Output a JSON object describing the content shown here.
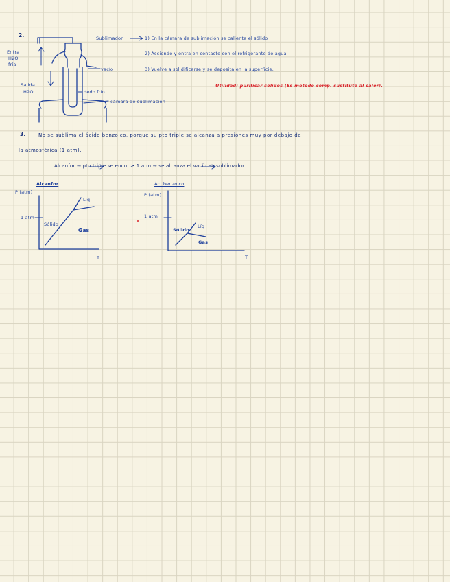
{
  "section1": {
    "number": "2.",
    "left_labels": [
      "Entra",
      "H2O",
      "fría",
      "Salida",
      "H2O"
    ],
    "apparatus_labels": {
      "vacio": "vacío",
      "dedo_frio": "dedo frío",
      "camara": "cámara de sublimación"
    },
    "title": "Sublimador",
    "steps": [
      "1) En la cámara de sublimación se calienta el sólido",
      "2) Asciende y entra en contacto con el refrigerante de agua",
      "3) Vuelve a solidificarse y se deposita en la superficie."
    ],
    "utility": "Utilidad: purificar sólidos (Es método comp. sustituto al calor)."
  },
  "section2": {
    "number": "3.",
    "line1": "No se sublima el ácido benzoico, porque su pto triple se alcanza a presiones muy por debajo de",
    "line2": "la atmosférica (1 atm).",
    "line3": "Alcanfor → pto triple se encu. ≥ 1 atm → se alcanza el vacío en sublimador."
  },
  "diagram_left": {
    "title": "Alcanfor",
    "y_label": "P (atm)",
    "tick": "1 atm",
    "regions": {
      "solid": "Sólido",
      "liquid": "Líq",
      "gas": "Gas"
    },
    "x_label": "T"
  },
  "diagram_right": {
    "title": "Ác. benzoico",
    "y_label": "P (atm)",
    "tick": "1 atm",
    "regions": {
      "solid": "Sólido",
      "liquid": "Líq",
      "gas": "Gas"
    },
    "x_label": "T"
  },
  "colors": {
    "ink": "#1d3f9c",
    "accent": "#d8232a",
    "paper": "#f7f3e3",
    "grid": "#d9d4c1"
  }
}
